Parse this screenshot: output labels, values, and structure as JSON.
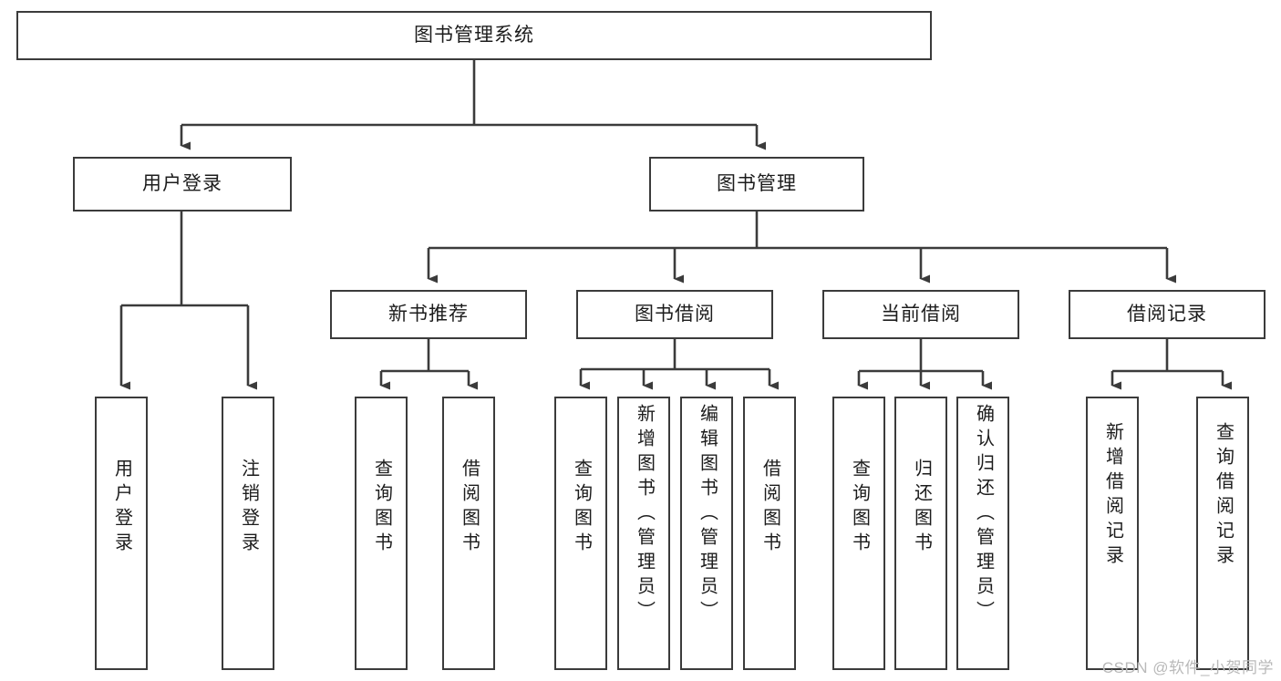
{
  "diagram": {
    "title": "图书管理系统",
    "watermark": "CSDN @软件_小贺同学",
    "colors": {
      "stroke": "#3b3b3b",
      "background": "#ffffff",
      "text": "#1c1c1c",
      "watermark": "#b9b9b9"
    },
    "nodes": {
      "root": {
        "label": "图书管理系统"
      },
      "level1": [
        {
          "label": "用户登录"
        },
        {
          "label": "图书管理"
        }
      ],
      "level2": [
        {
          "label": "新书推荐"
        },
        {
          "label": "图书借阅"
        },
        {
          "label": "当前借阅"
        },
        {
          "label": "借阅记录"
        }
      ],
      "leaves": {
        "user_login": [
          {
            "label": "用户登录"
          },
          {
            "label": "注销登录"
          }
        ],
        "new_book": [
          {
            "label": "查询图书"
          },
          {
            "label": "借阅图书"
          }
        ],
        "borrow_book": [
          {
            "label": "查询图书"
          },
          {
            "label": "新增图书（管理员）"
          },
          {
            "label": "编辑图书（管理员）"
          },
          {
            "label": "借阅图书"
          }
        ],
        "current_borrow": [
          {
            "label": "查询图书"
          },
          {
            "label": "归还图书"
          },
          {
            "label": "确认归还（管理员）"
          }
        ],
        "borrow_record": [
          {
            "label": "新增借阅记录"
          },
          {
            "label": "查询借阅记录"
          }
        ]
      }
    }
  }
}
